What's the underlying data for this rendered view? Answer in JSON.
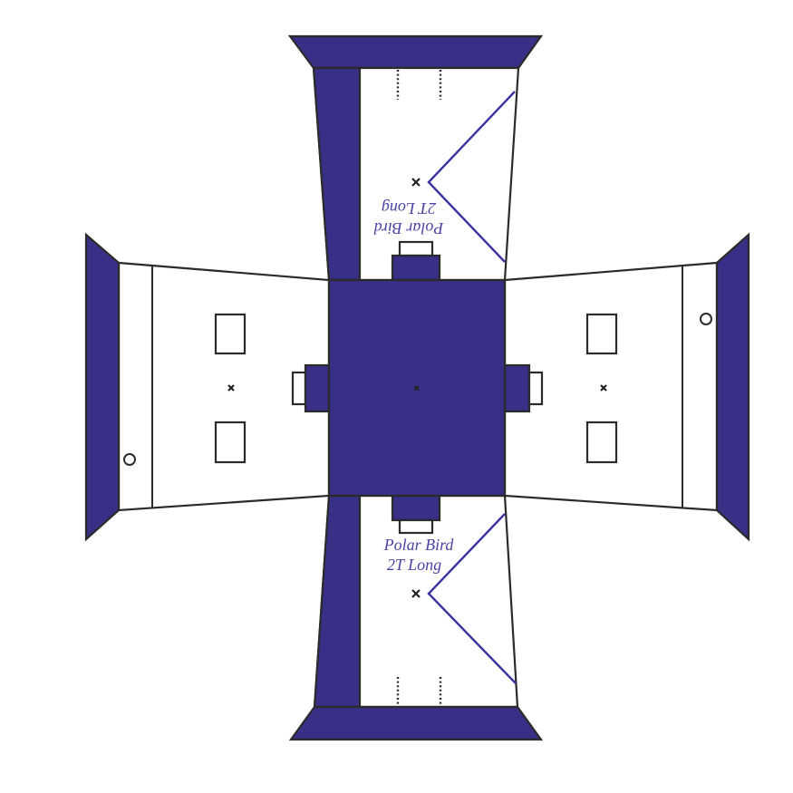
{
  "diagram": {
    "type": "papercraft-net",
    "description": "Cross-shaped fold-up net with a central square and four flaps",
    "colors": {
      "primary_fill": "#382f86",
      "outline": "#2b2b2b",
      "fold_line": "#3b34a0",
      "label_text": "#4a42a6",
      "background": "#ffffff"
    },
    "labels": {
      "top_line1": "Polar Bird",
      "top_line2": "2T Long",
      "bottom_line1": "Polar Bird",
      "bottom_line2": "2T Long"
    },
    "parts": {
      "center": "central square",
      "top": "top flap (label upside down)",
      "bottom": "bottom flap",
      "left": "left flap",
      "right": "right flap"
    }
  }
}
